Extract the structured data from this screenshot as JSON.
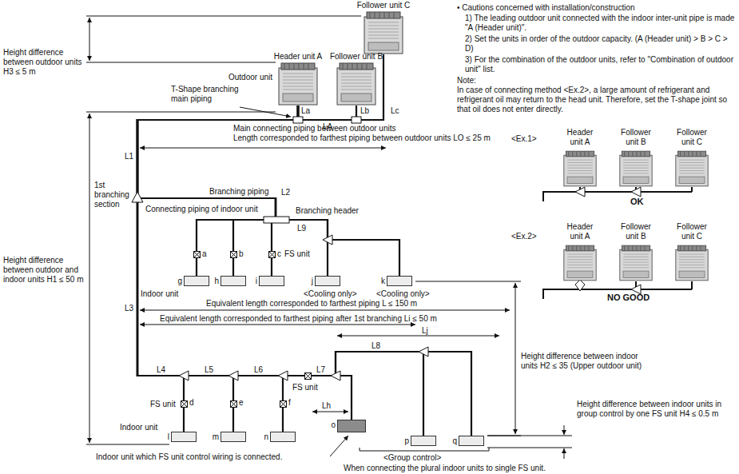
{
  "diagram": {
    "nodes": [
      {
        "text": [
          "Follower unit C"
        ]
      },
      {
        "text": [
          "Header unit A"
        ]
      },
      {
        "text": [
          "Follower unit B"
        ]
      },
      {
        "text": [
          "g"
        ]
      },
      {
        "text": [
          "h"
        ]
      },
      {
        "text": [
          "i"
        ]
      },
      {
        "text": [
          "j"
        ]
      },
      {
        "text": [
          "k"
        ]
      },
      {
        "text": [
          "l"
        ]
      },
      {
        "text": [
          "m"
        ]
      },
      {
        "text": [
          "n"
        ]
      },
      {
        "text": [
          "o"
        ]
      },
      {
        "text": [
          "p"
        ]
      },
      {
        "text": [
          "q"
        ]
      }
    ],
    "edges": [
      {
        "from": 0,
        "to": 1,
        "arrow": "none"
      },
      {
        "from": 2,
        "to": 1,
        "arrow": "none"
      },
      {
        "from": 1,
        "to": 3,
        "arrow": "none"
      },
      {
        "from": 1,
        "to": 4,
        "arrow": "none"
      },
      {
        "from": 1,
        "to": 5,
        "arrow": "none"
      },
      {
        "from": 1,
        "to": 6,
        "arrow": "none"
      },
      {
        "from": 1,
        "to": 7,
        "arrow": "none"
      },
      {
        "from": 1,
        "to": 8,
        "arrow": "none"
      },
      {
        "from": 1,
        "to": 9,
        "arrow": "none"
      },
      {
        "from": 1,
        "to": 10,
        "arrow": "none"
      },
      {
        "from": 1,
        "to": 11,
        "arrow": "none"
      },
      {
        "from": 1,
        "to": 12,
        "arrow": "none"
      },
      {
        "from": 1,
        "to": 13,
        "arrow": "none"
      }
    ],
    "labels": [
      "Height difference between outdoor units H3 ≤ 5 m",
      "T-Shape branching main piping",
      "Outdoor unit",
      "La",
      "LA",
      "Lb",
      "Lc",
      "Main connecting piping between outdoor units",
      "Length corresponded to farthest piping between outdoor units LO ≤ 25 m",
      "L1",
      "1st branching section",
      "Branching piping",
      "L2",
      "Branching header",
      "Connecting piping of indoor unit",
      "L9",
      "a",
      "b",
      "c",
      "FS unit",
      "Indoor unit",
      "<Cooling only>",
      "<Cooling only>",
      "Equivalent length corresponded to farthest piping L ≤ 150 m",
      "Equivalent length corresponded to farthest piping after 1st branching Li ≤ 50 m",
      "Lj",
      "L3",
      "Height difference between outdoor and indoor units H1 ≤ 50 m",
      "L4",
      "L5",
      "L6",
      "L7",
      "L8",
      "FS unit",
      "FS unit",
      "d",
      "e",
      "f",
      "Lh",
      "Indoor unit",
      "Indoor unit which FS unit control wiring is connected.",
      "<Group control>",
      "When connecting the plural indoor units to single FS unit.",
      "Height difference between indoor units H2 ≤ 35 (Upper outdoor unit)",
      "Height difference between indoor units in group control by one FS unit H4 ≤ 0.5 m",
      "• Cautions concerned with installation/construction",
      "1) The leading outdoor unit connected with the indoor inter-unit pipe is made \"A (Header unit)\".",
      "2) Set the units in order of the outdoor capacity. (A (Header unit) > B > C > D)",
      "3) For the combination of the outdoor units, refer to \"Combination of outdoor unit\" list.",
      "Note:",
      "In case of connecting method <Ex.2>, a large amount of refrigerant and refrigerant oil may return to the head unit. Therefore, set the T-shape joint so that oil does not enter directly.",
      "<Ex.1>",
      "Header unit A",
      "Follower unit B",
      "Follower unit C",
      "OK",
      "<Ex.2>",
      "Header unit A",
      "Follower unit B",
      "Follower unit C",
      "NO GOOD"
    ]
  }
}
